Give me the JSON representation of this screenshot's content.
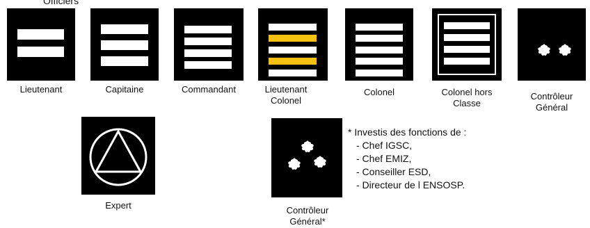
{
  "header": "Officiers",
  "ranks": [
    {
      "label": "Lieutenant"
    },
    {
      "label": "Capitaine"
    },
    {
      "label": "Commandant"
    },
    {
      "label_line1": "Lieutenant",
      "label_line2": "Colonel"
    },
    {
      "label": "Colonel"
    },
    {
      "label_line1": "Colonel hors",
      "label_line2": "Classe"
    },
    {
      "label_line1": "Contrôleur",
      "label_line2": "Général"
    },
    {
      "label": "Expert"
    },
    {
      "label_line1": "Contrôleur",
      "label_line2": "Général*"
    }
  ],
  "note": {
    "heading": "* Investis des fonctions de :",
    "items": [
      "- Chef IGSC,",
      "- Chef EMIZ,",
      "- Conseiller ESD,",
      "- Directeur de l ENSOSP."
    ]
  },
  "colors": {
    "background": "#000000",
    "bar": "#ffffff",
    "gold": "#f5c211"
  }
}
